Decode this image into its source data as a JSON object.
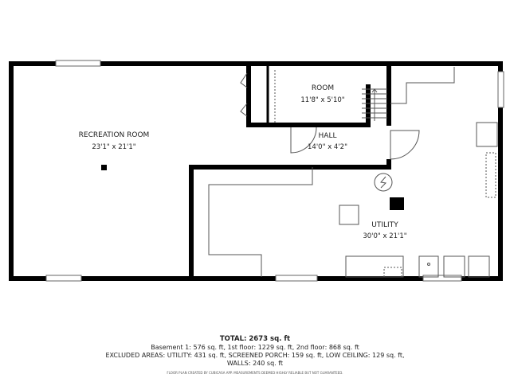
{
  "rooms": {
    "recreation": {
      "name": "RECREATION ROOM",
      "size": "23'1\" x 21'1\""
    },
    "room": {
      "name": "ROOM",
      "size": "11'8\" x 5'10\""
    },
    "hall": {
      "name": "HALL",
      "size": "14'0\" x 4'2\""
    },
    "utility": {
      "name": "UTILITY",
      "size": "30'0\" x 21'1\""
    }
  },
  "summary": {
    "total": "TOTAL: 2673 sq. ft",
    "floors": "Basement 1: 576 sq. ft, 1st floor: 1229 sq. ft, 2nd floor: 868 sq. ft",
    "excluded": "EXCLUDED AREAS: UTILITY: 431 sq. ft, SCREENED PORCH: 159 sq. ft, LOW CEILING: 129 sq. ft,",
    "walls": "WALLS: 240 sq. ft",
    "disclaimer": "FLOOR PLAN CREATED BY CUBICASA APP. MEASUREMENTS DEEMED HIGHLY RELIABLE BUT NOT GUARANTEED."
  },
  "colors": {
    "wall": "#000000",
    "fixture": "#555555"
  }
}
